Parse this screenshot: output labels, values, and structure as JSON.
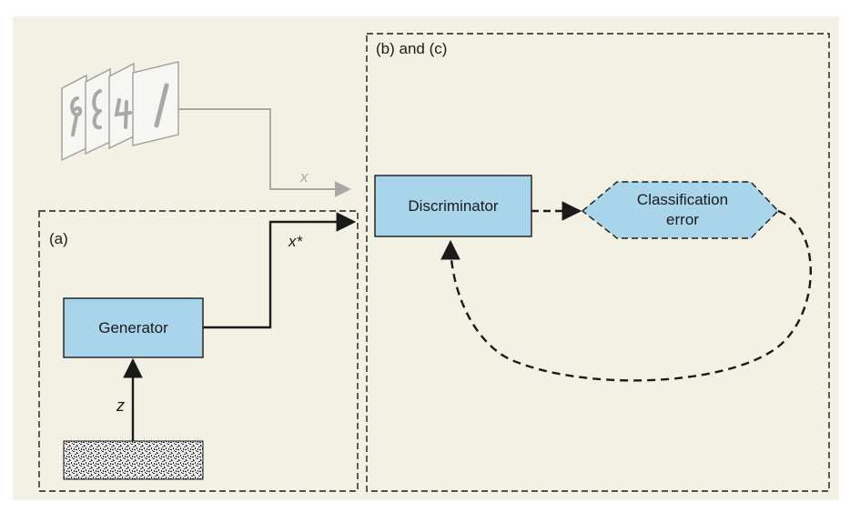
{
  "colors": {
    "background": "#f3f1e3",
    "node_fill": "#a8d5ea",
    "node_stroke": "#1a1a1a",
    "real_data_line": "#a8a8a8",
    "noise_fill": "#8a8a8a"
  },
  "panels": {
    "a_label": "(a)",
    "bc_label": "(b) and (c)"
  },
  "nodes": {
    "generator": "Generator",
    "discriminator": "Discriminator",
    "classification_error_line1": "Classification",
    "classification_error_line2": "error"
  },
  "edges": {
    "real_sample_label": "x",
    "generated_sample_label": "x*",
    "noise_label": "z"
  },
  "icons": {
    "real_samples": "handwritten-digit-stack-icon",
    "noise": "noise-texture-icon"
  }
}
